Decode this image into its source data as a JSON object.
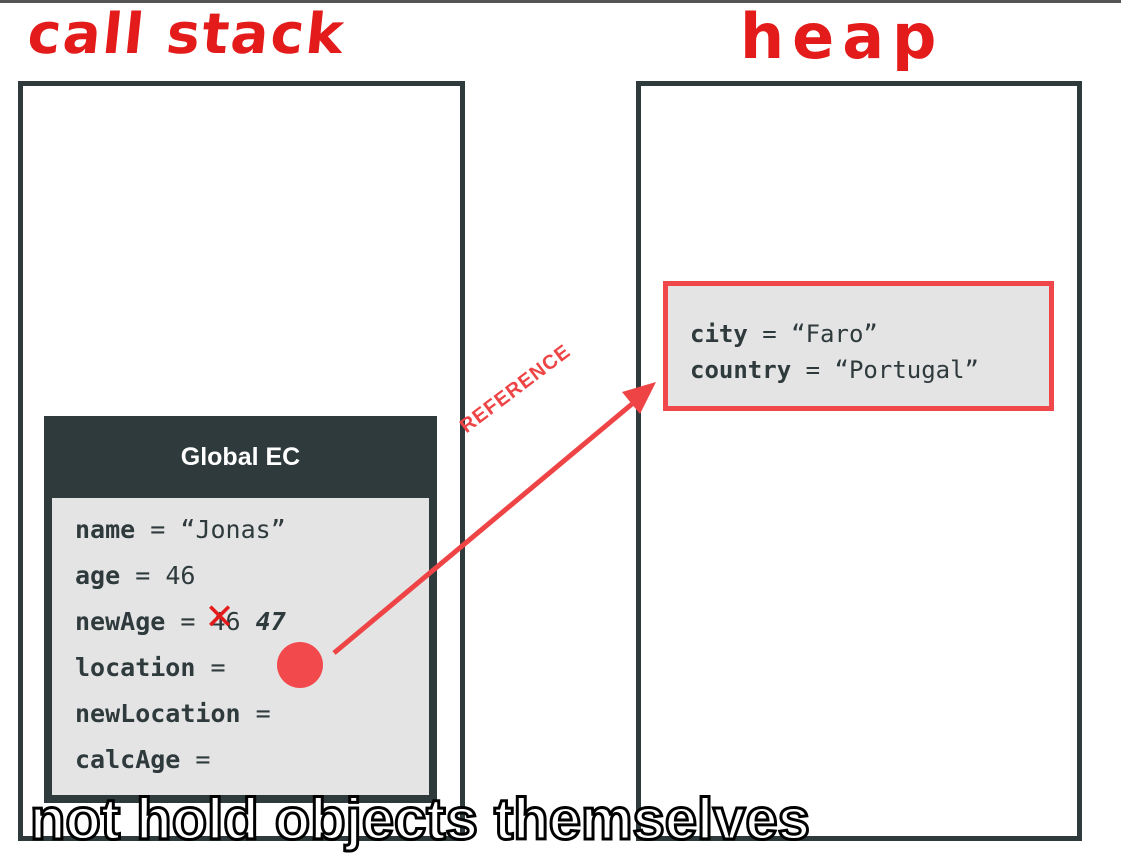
{
  "annotations": {
    "call_stack_title": "call stack",
    "heap_title": "heap"
  },
  "call_stack": {
    "execution_context": {
      "title": "Global EC",
      "variables": [
        {
          "name": "name",
          "op": "=",
          "value": "“Jonas”"
        },
        {
          "name": "age",
          "op": "=",
          "value": "46"
        },
        {
          "name": "newAge",
          "op": "=",
          "old_value": "46",
          "value": "47"
        },
        {
          "name": "location",
          "op": "=",
          "value": ""
        },
        {
          "name": "newLocation",
          "op": "=",
          "value": ""
        },
        {
          "name": "calcAge",
          "op": "=",
          "value": ""
        }
      ]
    }
  },
  "heap": {
    "object": {
      "properties": [
        {
          "name": "city",
          "op": "=",
          "value": "“Faro”"
        },
        {
          "name": "country",
          "op": "=",
          "value": "“Portugal”"
        }
      ]
    }
  },
  "arrow": {
    "label": "REFERENCE",
    "color": "#ee4446"
  },
  "subtitle": "not hold objects themselves",
  "colors": {
    "panel_border": "#2f3a3d",
    "highlight_red": "#f0484a",
    "handwriting_red": "#e41b1b",
    "box_fill": "#e4e4e4"
  }
}
